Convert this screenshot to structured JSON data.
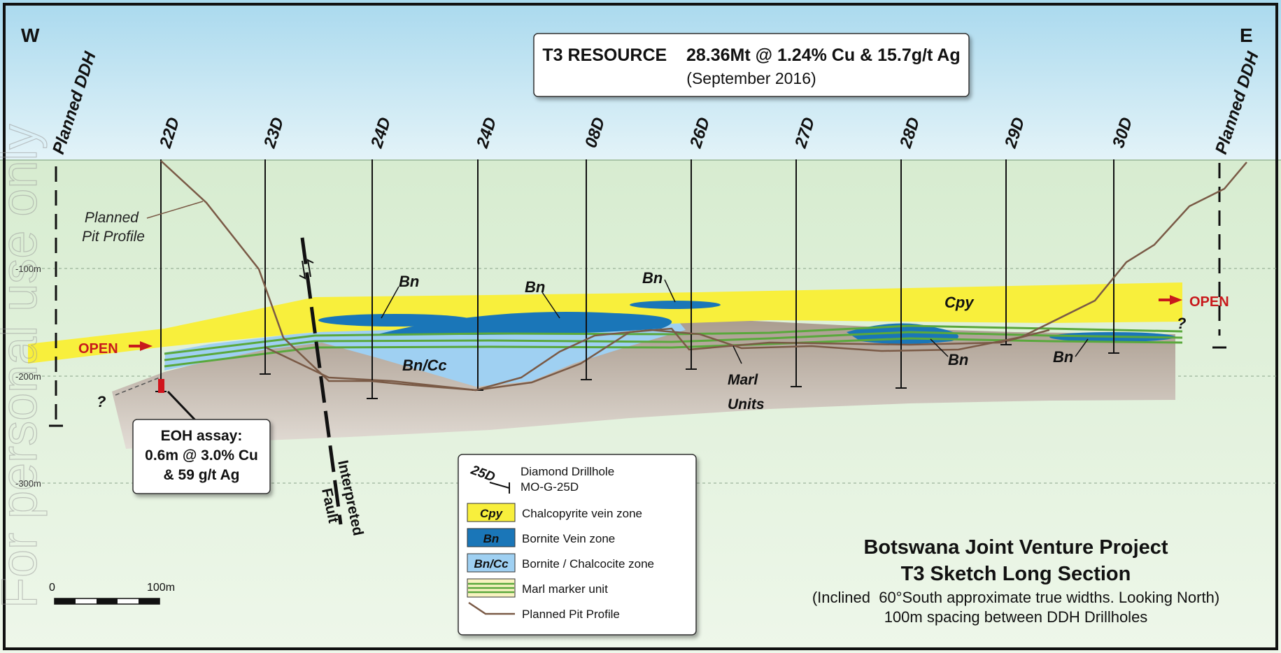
{
  "compass": {
    "west": "W",
    "east": "E"
  },
  "resource_box": {
    "line1": "T3 RESOURCE    28.36Mt @ 1.24% Cu & 15.7g/t Ag",
    "line2": "(September 2016)"
  },
  "planned_ddh_label": "Planned DDH",
  "drillholes": [
    "22D",
    "23D",
    "24D",
    "24D",
    "08D",
    "26D",
    "27D",
    "28D",
    "29D",
    "30D"
  ],
  "depth_labels": [
    "-100m",
    "-200m",
    "-300m"
  ],
  "annotations": {
    "planned_pit_profile": [
      "Planned",
      "Pit Profile"
    ],
    "bn": "Bn",
    "bn_cc": "Bn/Cc",
    "cpy": "Cpy",
    "marl_units": [
      "Marl",
      "Units"
    ],
    "open": "OPEN",
    "question": "?",
    "interpreted_fault": [
      "Interpreted",
      "Fault"
    ]
  },
  "eoh_box": {
    "lines": [
      "EOH assay:",
      "0.6m @ 3.0% Cu",
      "& 59 g/t Ag"
    ]
  },
  "legend": {
    "drillhole_symbol": "25D",
    "drillhole_text": [
      "Diamond Drillhole",
      "MO-G-25D"
    ],
    "items": [
      {
        "swatch": "Cpy",
        "label": "Chalcopyrite vein zone",
        "color": "#f8ef3c"
      },
      {
        "swatch": "Bn",
        "label": "Bornite Vein zone",
        "color": "#1a76b8"
      },
      {
        "swatch": "Bn/Cc",
        "label": "Bornite / Chalcocite zone",
        "color": "#9fd0f2"
      },
      {
        "swatch": "",
        "label": "Marl marker unit",
        "color": "#5aa83c"
      },
      {
        "swatch": "",
        "label": "Planned Pit Profile",
        "color": "#7a5a46"
      }
    ]
  },
  "scale_bar": {
    "start": "0",
    "end": "100m"
  },
  "title_block": {
    "line1": "Botswana Joint Venture Project",
    "line2": "T3 Sketch Long Section",
    "line3": "(Inclined  60°South approximate true widths. Looking North)",
    "line4": "100m spacing between DDH Drillholes"
  },
  "watermark": "For personal use only",
  "colors": {
    "sky": "#bfe3f2",
    "ground": "#dcefd7",
    "host_rock": "#bcb0a5",
    "cpy": "#f8ef3c",
    "bn": "#1a76b8",
    "bn_cc": "#9fd0f2",
    "marl": "#5aa83c",
    "pit": "#7a5a46",
    "open": "#c8191c"
  }
}
